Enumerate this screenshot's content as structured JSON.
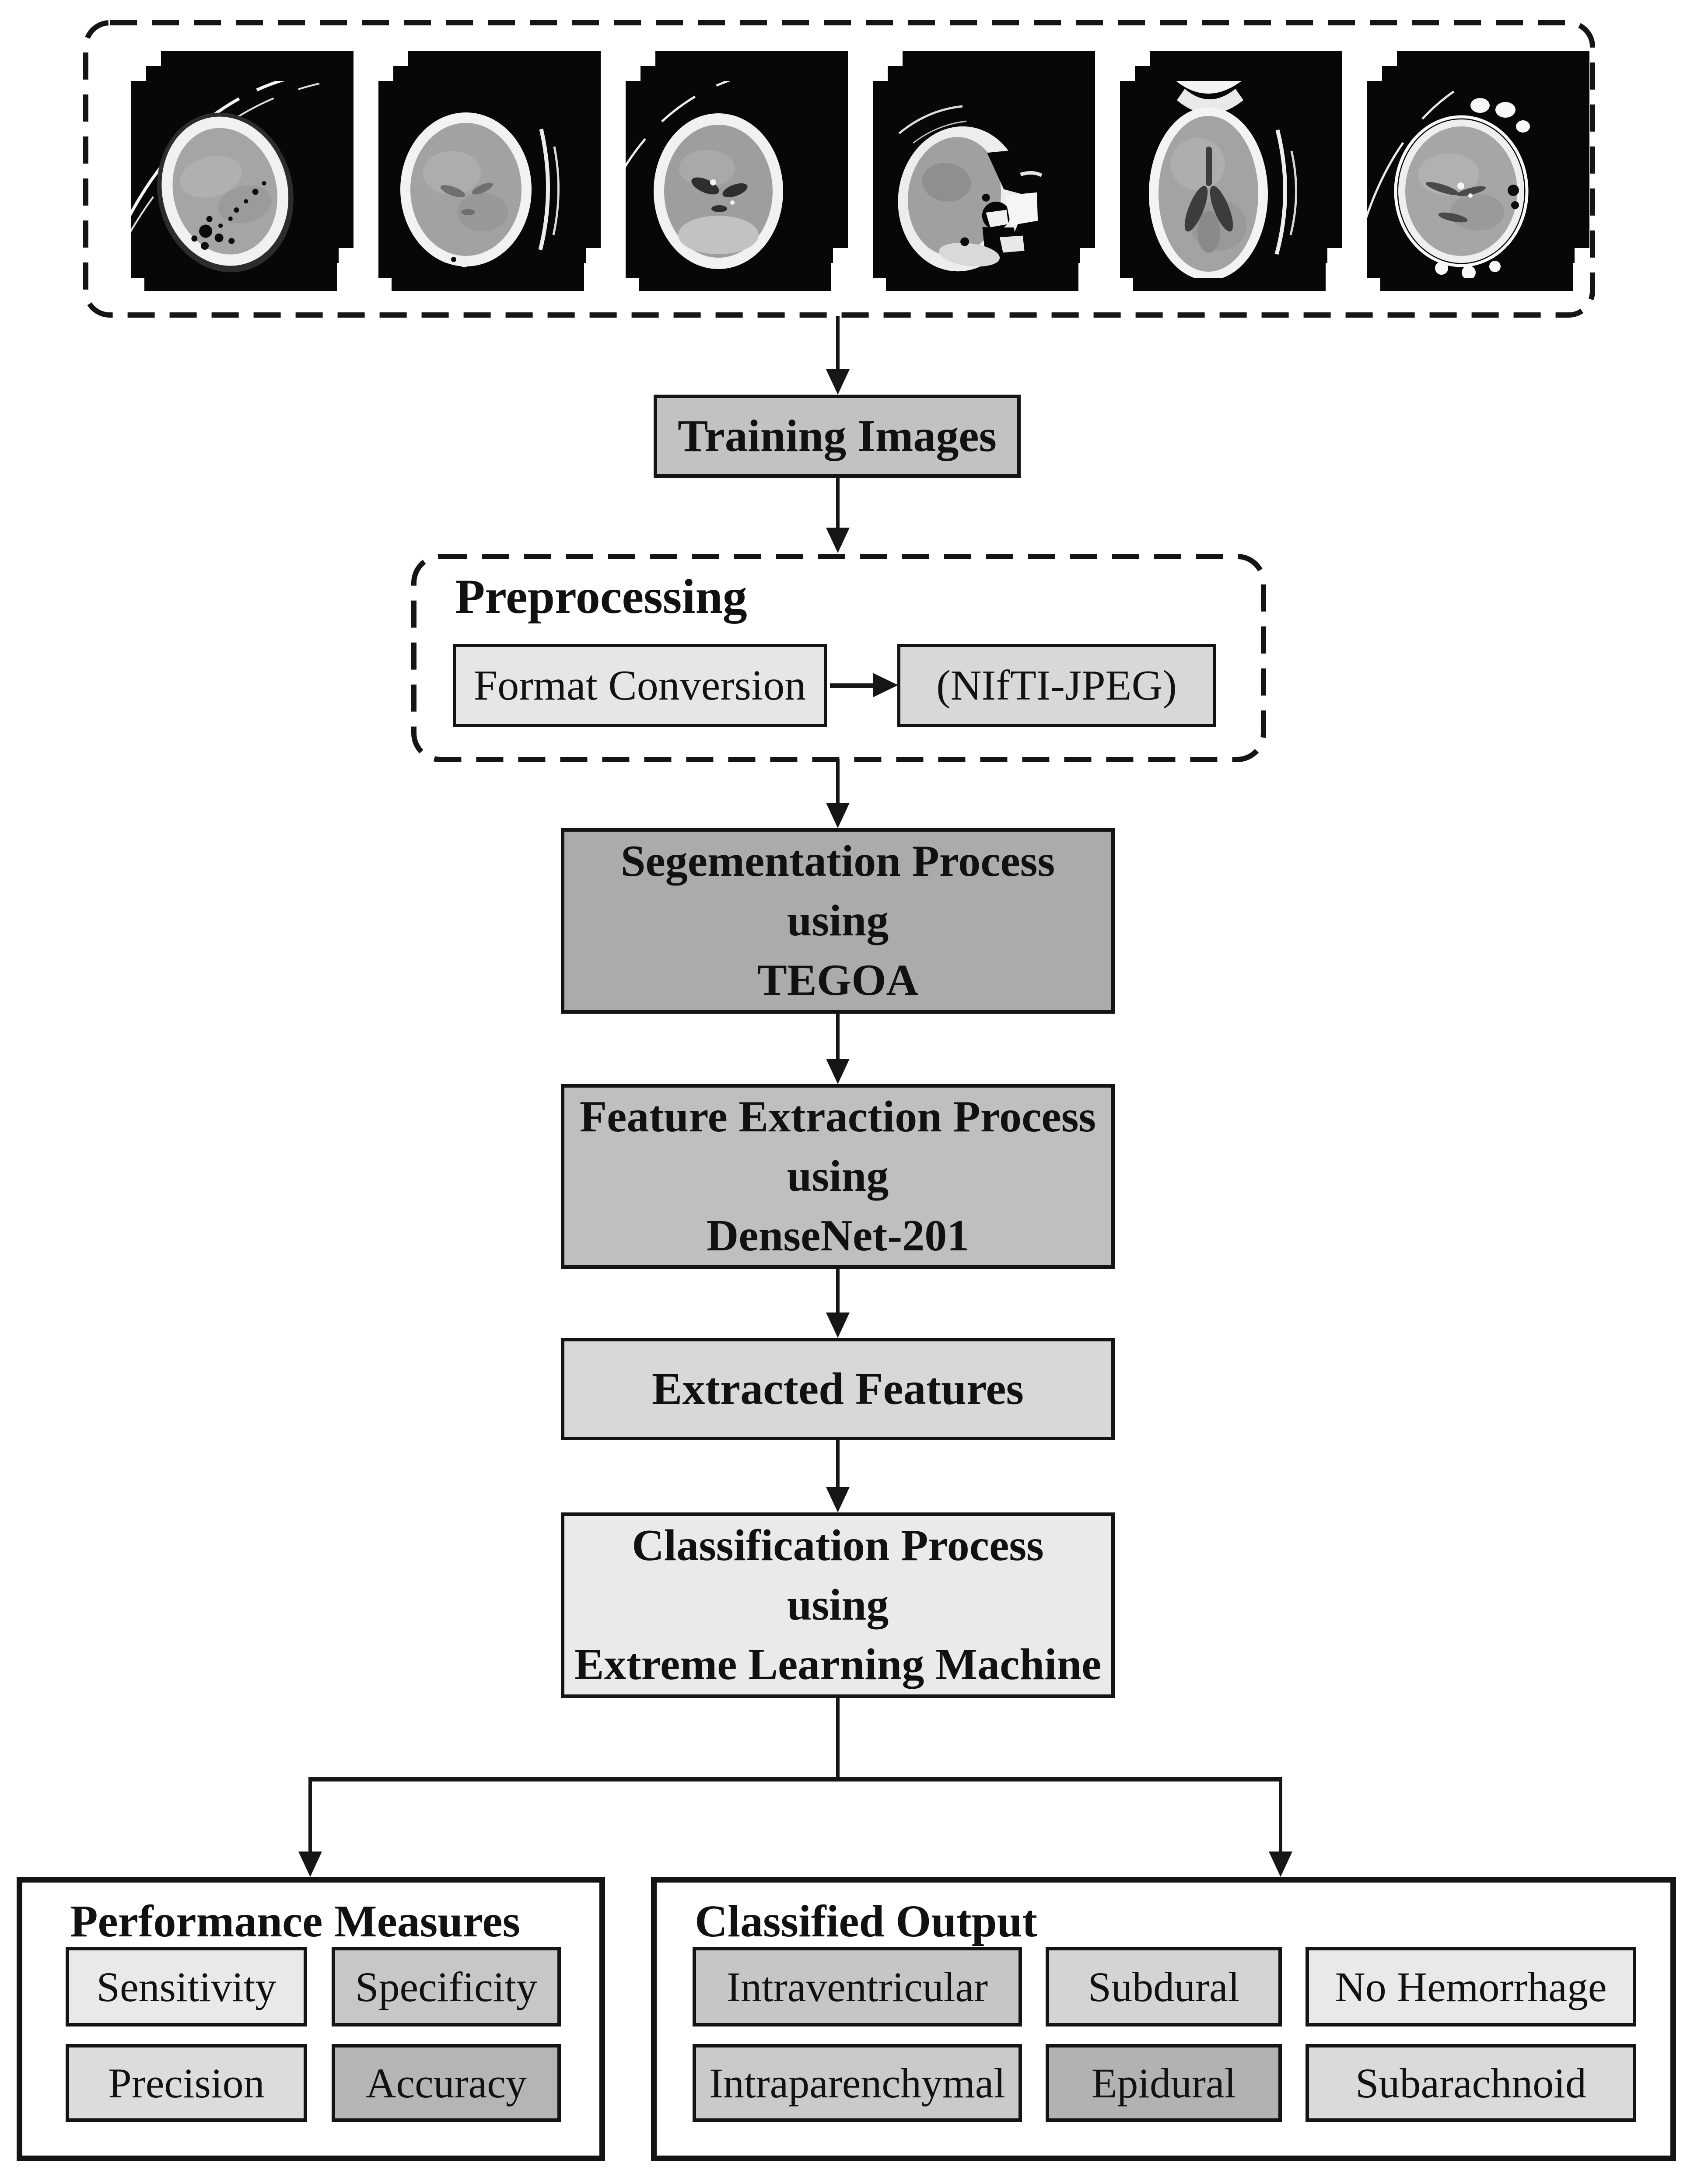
{
  "training_set": {
    "ct_scans": [
      "ct-scan-1",
      "ct-scan-2",
      "ct-scan-3",
      "ct-scan-4",
      "ct-scan-5",
      "ct-scan-6"
    ]
  },
  "flow": {
    "training_images": {
      "label": "Training Images",
      "bg": "#c2c2c2"
    },
    "preprocessing": {
      "title": "Preprocessing",
      "format_conversion": {
        "label": "Format Conversion",
        "bg": "#e6e6e6"
      },
      "result": {
        "label": "(NIfTI-JPEG)",
        "bg": "#d8d8d8"
      }
    },
    "segmentation": {
      "line1": "Segementation Process",
      "line2": "using",
      "line3": "TEGOA",
      "bg": "#ababab"
    },
    "feature_extraction": {
      "line1": "Feature Extraction Process",
      "line2": "using",
      "line3": "DenseNet-201",
      "bg": "#bfbfbf"
    },
    "extracted_features": {
      "label": "Extracted Features",
      "bg": "#d8d8d8"
    },
    "classification": {
      "line1": "Classification Process",
      "line2": "using",
      "line3": "Extreme Learning Machine",
      "bg": "#eaeaea"
    }
  },
  "performance_measures": {
    "title": "Performance Measures",
    "items": [
      {
        "label": "Sensitivity",
        "bg": "#e9e9e9"
      },
      {
        "label": "Specificity",
        "bg": "#c7c7c7"
      },
      {
        "label": "Precision",
        "bg": "#dcdcdc"
      },
      {
        "label": "Accuracy",
        "bg": "#b5b5b5"
      }
    ]
  },
  "classified_output": {
    "title": "Classified Output",
    "items": [
      {
        "label": "Intraventricular",
        "bg": "#c6c6c6"
      },
      {
        "label": "Subdural",
        "bg": "#d4d4d4"
      },
      {
        "label": "No Hemorrhage",
        "bg": "#e9e9e9"
      },
      {
        "label": "Intraparenchymal",
        "bg": "#cacaca"
      },
      {
        "label": "Epidural",
        "bg": "#b2b2b2"
      },
      {
        "label": "Subarachnoid",
        "bg": "#dadada"
      }
    ]
  },
  "colors": {
    "line": "#161616",
    "border": "#141414",
    "page_background": "#ffffff",
    "ct_background": "#070707"
  }
}
